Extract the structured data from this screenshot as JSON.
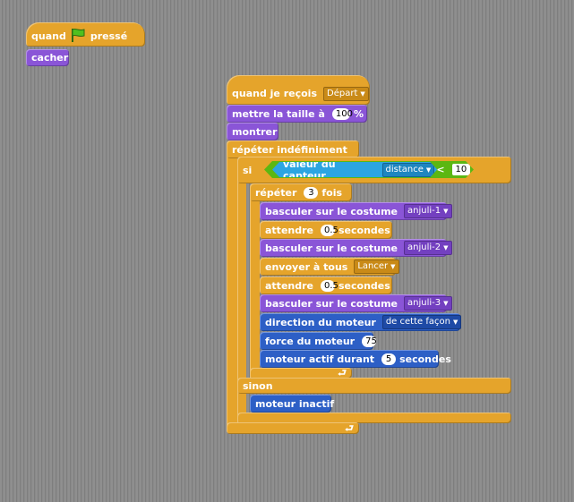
{
  "script1": {
    "when_flag": {
      "before": "quand",
      "after": "pressé",
      "icon": "green-flag-icon"
    },
    "hide": "cacher"
  },
  "script2": {
    "receive": {
      "label": "quand je reçois",
      "value": "Départ"
    },
    "set_size": {
      "label": "mettre la taille à",
      "value": "100",
      "unit": "%"
    },
    "show": "montrer",
    "forever": "répéter indéfiniment",
    "if": "si",
    "sensor": {
      "label": "valeur du capteur",
      "value": "distance",
      "op": "<",
      "threshold": "10"
    },
    "repeat": {
      "label": "répéter",
      "count": "3",
      "unit": "fois"
    },
    "costume1": {
      "label": "basculer sur le costume",
      "value": "anjuli-1"
    },
    "wait1": {
      "label": "attendre",
      "value": "0.5",
      "unit": "secondes"
    },
    "costume2": {
      "label": "basculer sur le costume",
      "value": "anjuli-2"
    },
    "broadcast": {
      "label": "envoyer à tous",
      "value": "Lancer"
    },
    "wait2": {
      "label": "attendre",
      "value": "0.5",
      "unit": "secondes"
    },
    "costume3": {
      "label": "basculer sur le costume",
      "value": "anjuli-3"
    },
    "motor_dir": {
      "label": "direction du moteur",
      "value": "de cette façon"
    },
    "motor_power": {
      "label": "force du moteur",
      "value": "75"
    },
    "motor_on": {
      "label": "moteur actif durant",
      "value": "5",
      "unit": "secondes"
    },
    "else": "sinon",
    "motor_off": "moteur inactif"
  },
  "colors": {
    "control": "#e5a42b",
    "looks": "#8a55d7",
    "sensing": "#2ca5e2",
    "operators": "#5cb712",
    "motor": "#2d5fc6"
  }
}
